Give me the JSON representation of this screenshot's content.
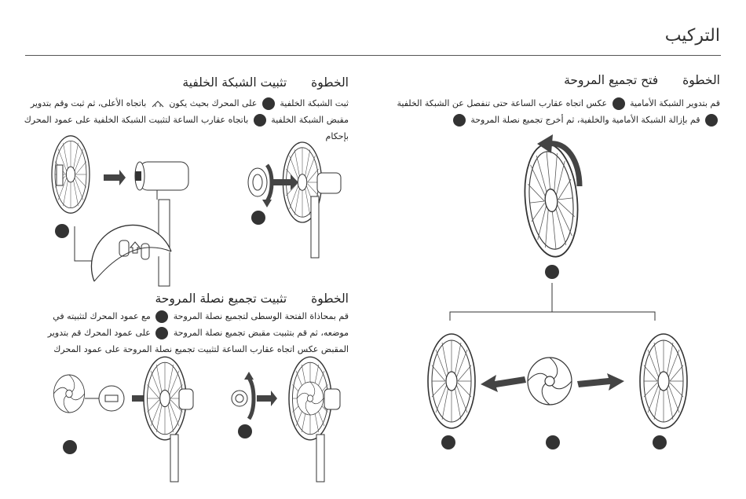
{
  "title": "التركيب",
  "steps": {
    "open": {
      "label": "الخطوة",
      "heading": "فتح تجميع المروحة",
      "line1a": "قم بتدوير الشبكة الأمامية",
      "line1b": "عكس اتجاه عقارب الساعة حتى تنفصل عن الشبكة الخلفية",
      "line2a": "قم بإزالة الشبكة الأمامية والخلفية، ثم أخرج تجميع نصلة المروحة"
    },
    "rear": {
      "label": "الخطوة",
      "heading": "تثبيت الشبكة الخلفية",
      "line1a": "ثبت الشبكة الخلفية",
      "line1b": "على المحرك بحيث يكون",
      "line1c": "باتجاه الأعلى، ثم ثبت وقم بتدوير",
      "line2a": "مقبض الشبكة الخلفية",
      "line2b": "باتجاه عقارب الساعة لتثبيت الشبكة الخلفية على عمود المحرك",
      "line3": "بإحكام"
    },
    "blade": {
      "label": "الخطوة",
      "heading": "تثبيت تجميع نصلة المروحة",
      "line1a": "قم بمحاذاة الفتحة الوسطى لتجميع نصلة المروحة",
      "line1b": "مع عمود المحرك لتثبيته في",
      "line2a": "موضعه، ثم قم بتثبيت مقبض تجميع نصلة المروحة",
      "line2b": "على عمود المحرك",
      "line2c": "قم بتدوير",
      "line3": "المقبض عكس اتجاه عقارب الساعة لتثبيت تجميع نصلة المروحة على عمود المحرك"
    }
  },
  "icons": [
    "arrow-up-icon"
  ],
  "colors": {
    "ink": "#333333",
    "line": "#555555"
  }
}
